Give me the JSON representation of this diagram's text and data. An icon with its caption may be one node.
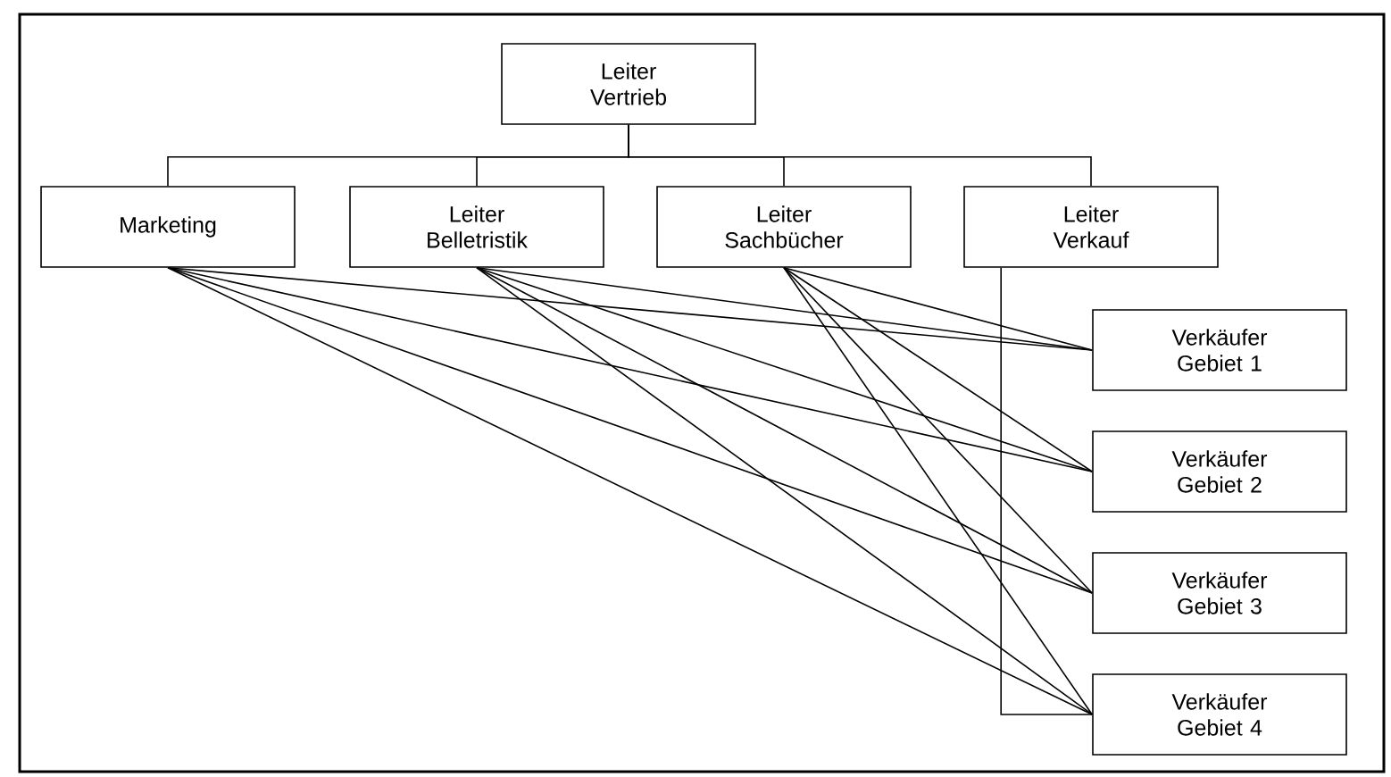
{
  "diagram": {
    "nodes": [
      {
        "text": [
          "Leiter Vertrieb"
        ]
      },
      {
        "text": [
          "Marketing"
        ]
      },
      {
        "text": [
          "Leiter Belletristik"
        ]
      },
      {
        "text": [
          "Leiter Sachbücher"
        ]
      },
      {
        "text": [
          "Leiter Verkauf"
        ]
      },
      {
        "text": [
          "Verkäufer Gebiet 1"
        ]
      },
      {
        "text": [
          "Verkäufer Gebiet 2"
        ]
      },
      {
        "text": [
          "Verkäufer Gebiet 3"
        ]
      },
      {
        "text": [
          "Verkäufer Gebiet 4"
        ]
      }
    ],
    "edges": [
      {
        "from": 0,
        "to": 1,
        "arrow": "none"
      },
      {
        "from": 0,
        "to": 2,
        "arrow": "none"
      },
      {
        "from": 0,
        "to": 3,
        "arrow": "none"
      },
      {
        "from": 0,
        "to": 4,
        "arrow": "none"
      },
      {
        "from": 4,
        "to": 8,
        "arrow": "none"
      },
      {
        "from": 1,
        "to": 5,
        "arrow": "none"
      },
      {
        "from": 1,
        "to": 6,
        "arrow": "none"
      },
      {
        "from": 1,
        "to": 7,
        "arrow": "none"
      },
      {
        "from": 1,
        "to": 8,
        "arrow": "none"
      },
      {
        "from": 2,
        "to": 5,
        "arrow": "none"
      },
      {
        "from": 2,
        "to": 6,
        "arrow": "none"
      },
      {
        "from": 2,
        "to": 7,
        "arrow": "none"
      },
      {
        "from": 2,
        "to": 8,
        "arrow": "none"
      },
      {
        "from": 3,
        "to": 5,
        "arrow": "none"
      },
      {
        "from": 3,
        "to": 6,
        "arrow": "none"
      },
      {
        "from": 3,
        "to": 7,
        "arrow": "none"
      },
      {
        "from": 3,
        "to": 8,
        "arrow": "none"
      }
    ]
  }
}
